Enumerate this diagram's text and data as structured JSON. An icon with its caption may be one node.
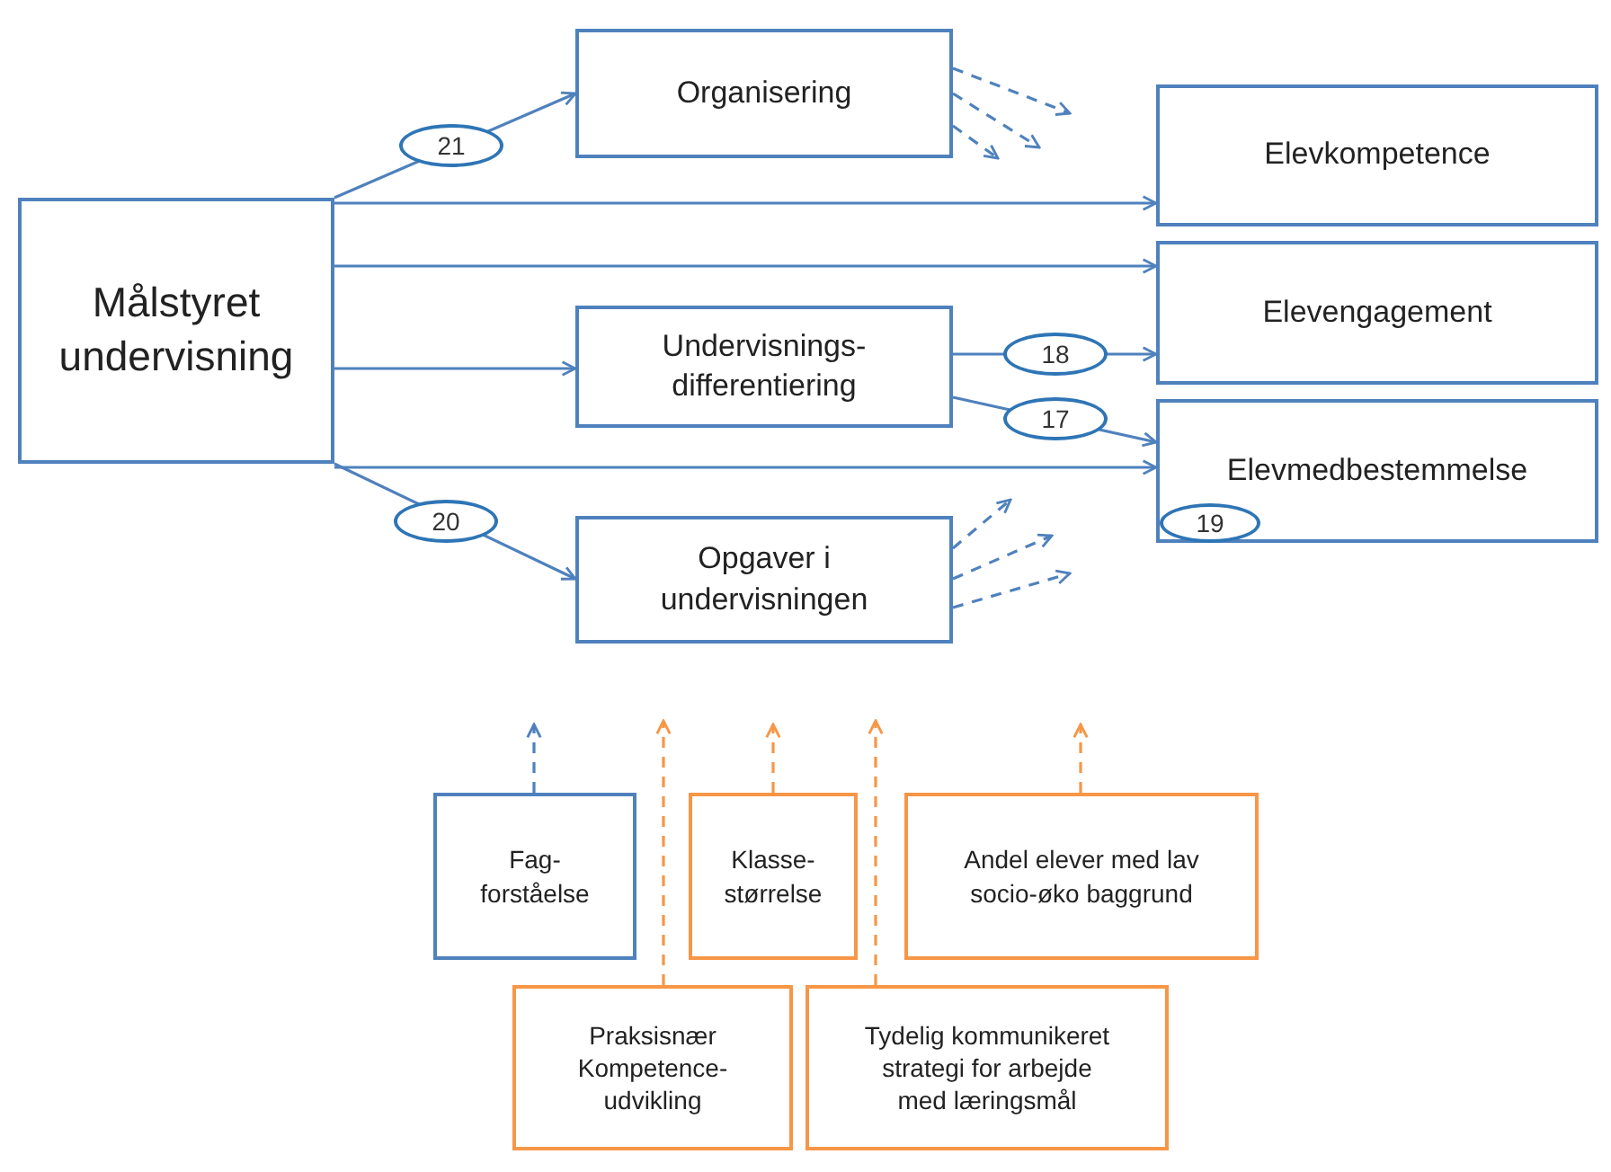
{
  "diagram": {
    "nodes": [
      {
        "text": [
          "Målstyret undervisning"
        ]
      },
      {
        "text": [
          "Organisering"
        ]
      },
      {
        "text": [
          "Elevkompetence"
        ]
      },
      {
        "text": [
          "Elevengagement"
        ]
      },
      {
        "text": [
          "Undervisnings-differentiering"
        ]
      },
      {
        "text": [
          "Elevmedbestemmelse",
          "19"
        ]
      },
      {
        "text": [
          "Opgaver i undervisningen"
        ]
      },
      {
        "text": [
          "Fag-forståelse"
        ]
      },
      {
        "text": [
          "Klasse-størrelse"
        ]
      },
      {
        "text": [
          "Andel elever med lav socio-øko baggrund"
        ]
      },
      {
        "text": [
          "Praksisnær Kompetence-udvikling"
        ]
      },
      {
        "text": [
          "Tydelig kommunikeret strategi for arbejde med læringsmål"
        ]
      }
    ],
    "edges": [
      {
        "from": 0,
        "to": 1,
        "arrow": "to",
        "label": "21"
      },
      {
        "from": 0,
        "to": 2,
        "arrow": "to"
      },
      {
        "from": 0,
        "to": 3,
        "arrow": "to"
      },
      {
        "from": 0,
        "to": 4,
        "arrow": "to"
      },
      {
        "from": 0,
        "to": 5,
        "arrow": "to"
      },
      {
        "from": 0,
        "to": 6,
        "arrow": "to",
        "label": "20"
      },
      {
        "from": 4,
        "to": 3,
        "arrow": "to",
        "label": "18"
      },
      {
        "from": 4,
        "to": 5,
        "arrow": "to",
        "label": "17"
      },
      {
        "from": 1,
        "to": null,
        "arrow": "to",
        "style": "dashed"
      },
      {
        "from": 1,
        "to": null,
        "arrow": "to",
        "style": "dashed"
      },
      {
        "from": 1,
        "to": null,
        "arrow": "to",
        "style": "dashed"
      },
      {
        "from": 6,
        "to": null,
        "arrow": "to",
        "style": "dashed"
      },
      {
        "from": 6,
        "to": null,
        "arrow": "to",
        "style": "dashed"
      },
      {
        "from": 6,
        "to": null,
        "arrow": "to",
        "style": "dashed"
      },
      {
        "from": 7,
        "to": null,
        "arrow": "to",
        "style": "dashed"
      },
      {
        "from": 10,
        "to": null,
        "arrow": "to",
        "style": "dashed",
        "color": "#f79646"
      },
      {
        "from": 8,
        "to": null,
        "arrow": "to",
        "style": "dashed",
        "color": "#f79646"
      },
      {
        "from": 11,
        "to": null,
        "arrow": "to",
        "style": "dashed",
        "color": "#f79646"
      },
      {
        "from": 9,
        "to": null,
        "arrow": "to",
        "style": "dashed",
        "color": "#f79646"
      }
    ]
  }
}
